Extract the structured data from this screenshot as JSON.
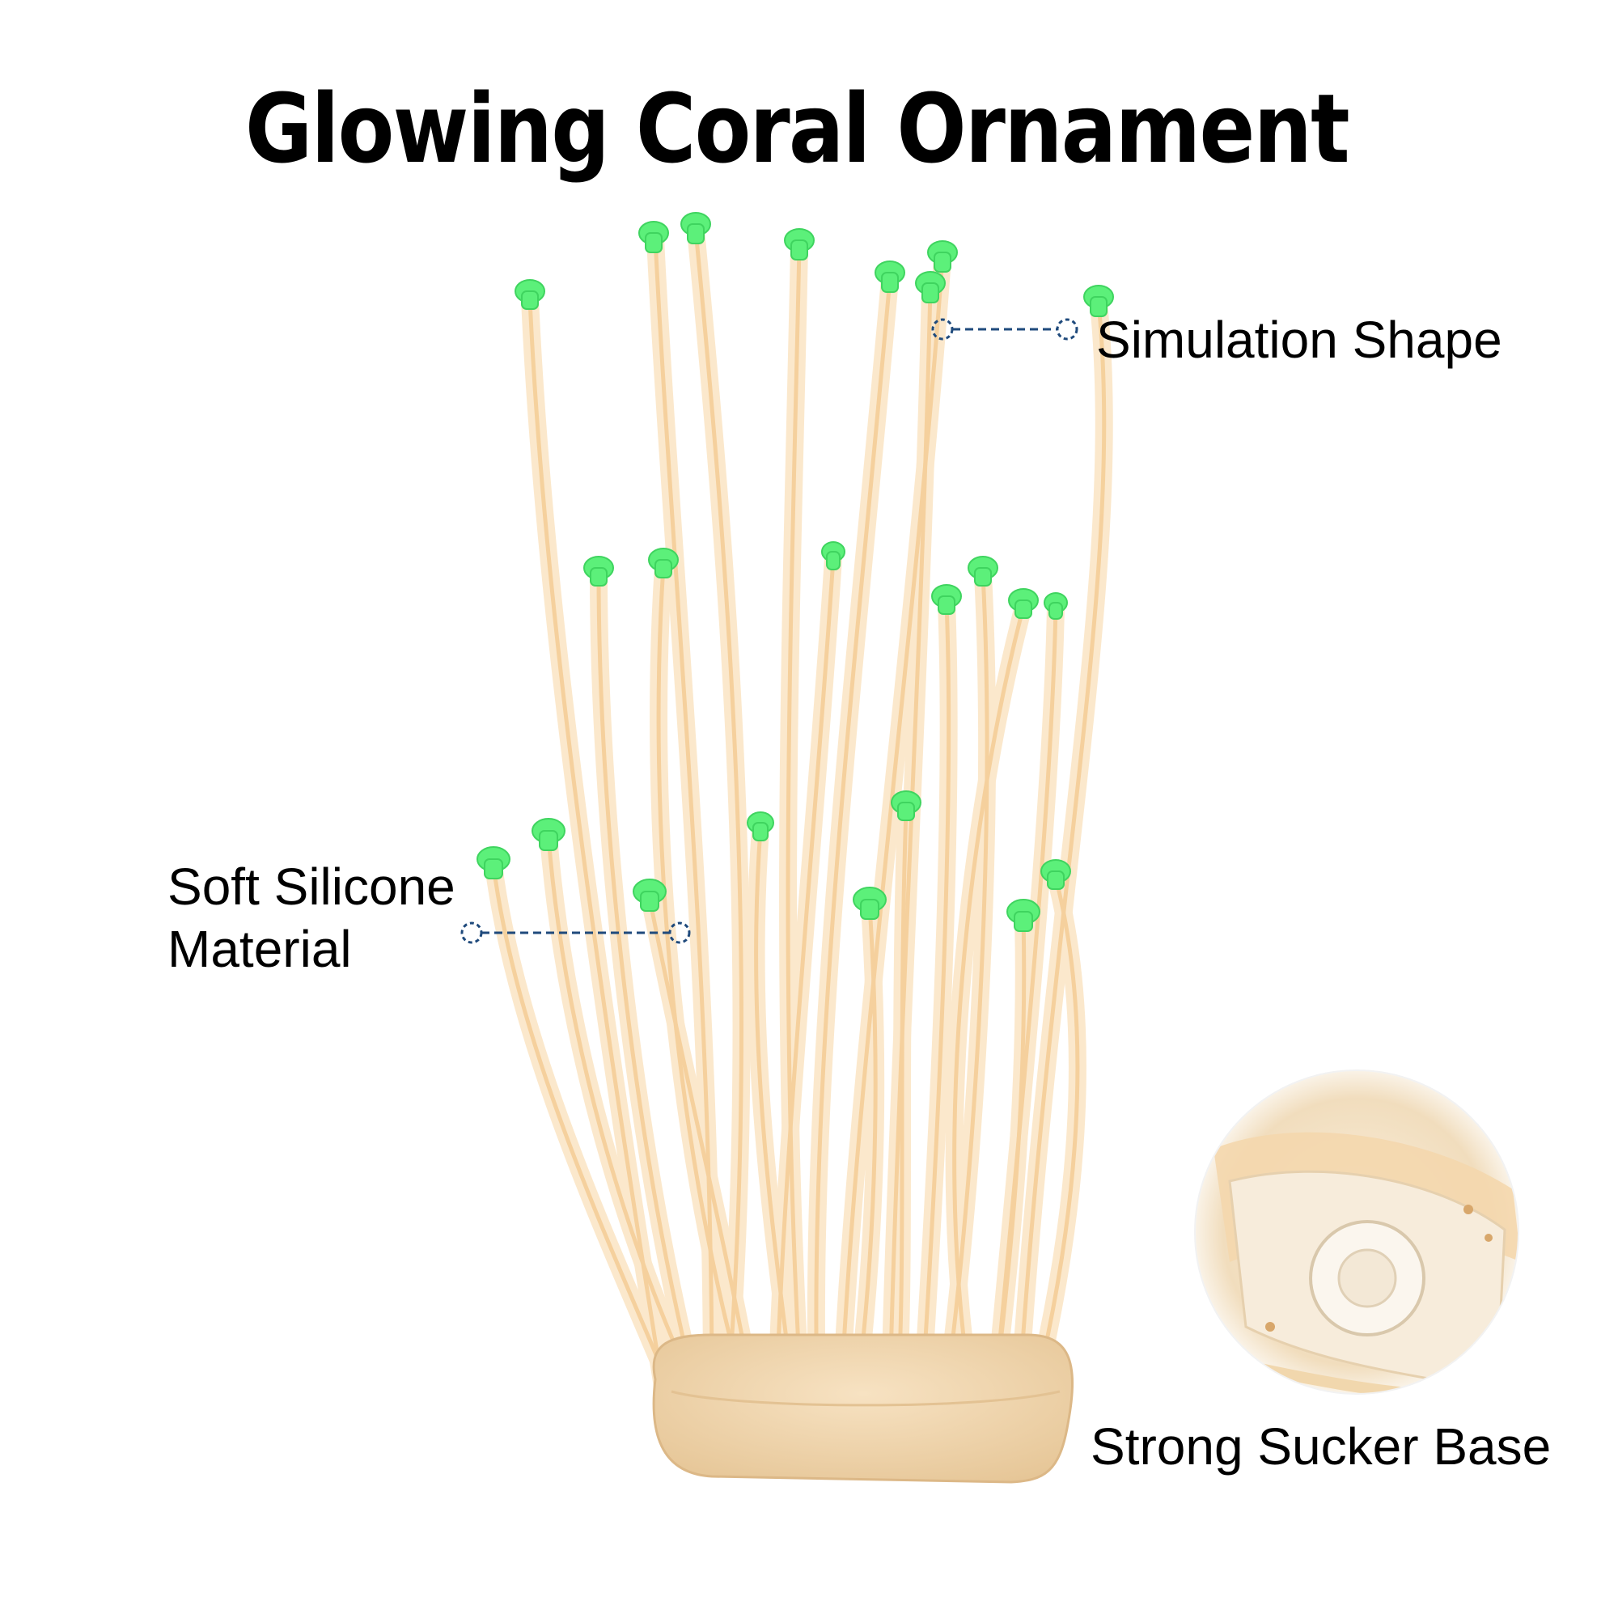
{
  "title": "Glowing Coral Ornament",
  "callouts": {
    "simulation_shape": "Simulation Shape",
    "soft_silicone_line1": "Soft Silicone",
    "soft_silicone_line2": "Material",
    "strong_sucker_base": "Strong Sucker Base"
  },
  "colors": {
    "tentacle": "#f6dcb6",
    "tentacle_core": "#f3c98e",
    "tip": "#5cf07a",
    "base": "#f0d6ad",
    "callout_line": "#1f4a7c"
  }
}
